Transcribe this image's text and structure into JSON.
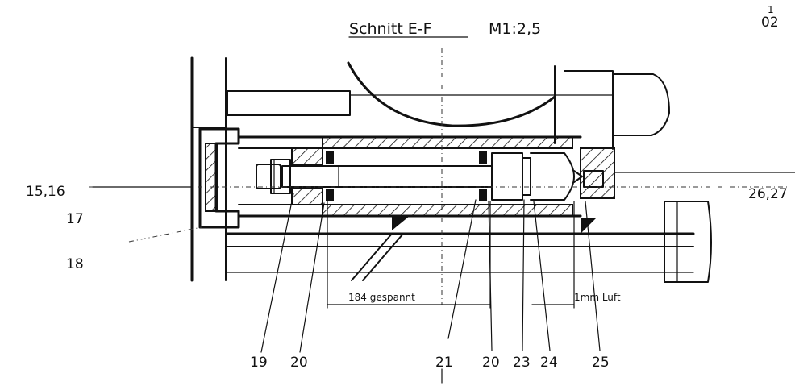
{
  "title": {
    "section": "Schnitt E-F",
    "scale": "M1:2,5"
  },
  "sheet_ref": {
    "top": "1",
    "bottom": "02"
  },
  "callouts": {
    "c15_16": "15,16",
    "c17": "17",
    "c18": "18",
    "c19": "19",
    "c20a": "20",
    "c21": "21",
    "c20b": "20",
    "c23": "23",
    "c24": "24",
    "c25": "25",
    "c26_27": "26,27"
  },
  "dimensions": {
    "clamped": "184 gespannt",
    "clearance": "1mm Luft"
  }
}
